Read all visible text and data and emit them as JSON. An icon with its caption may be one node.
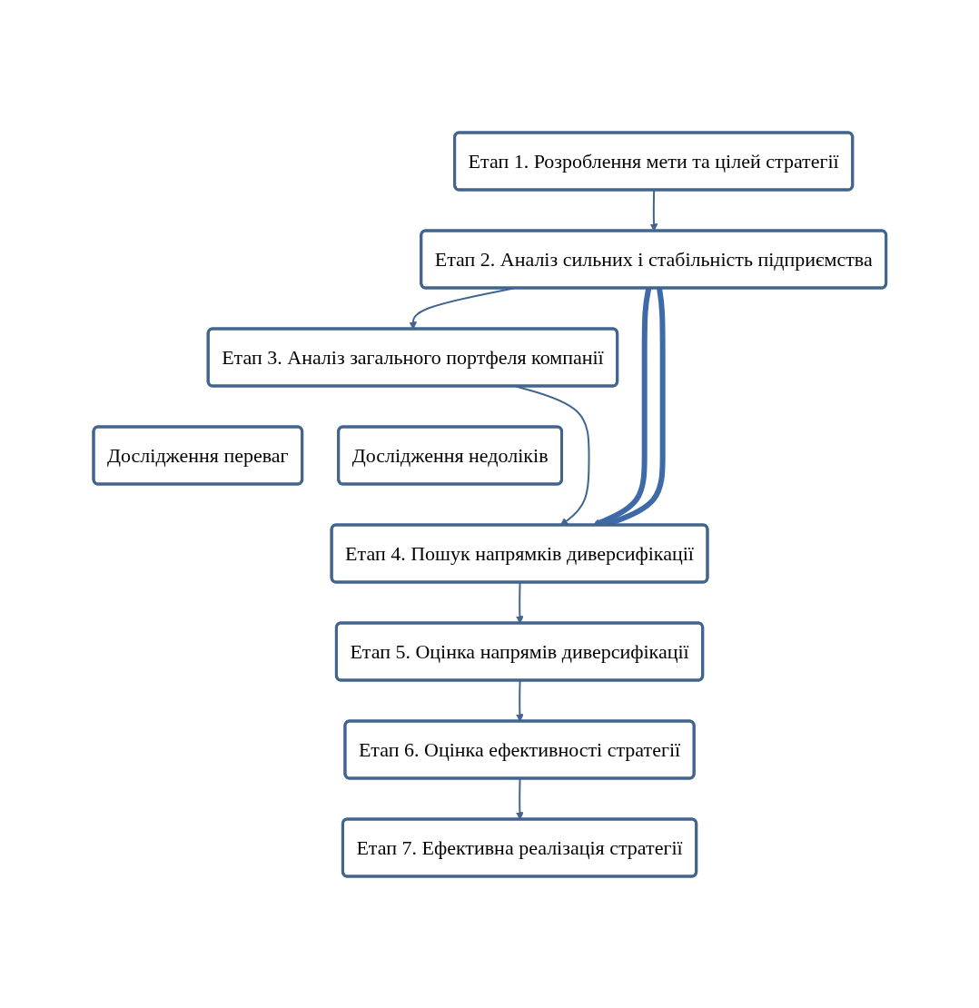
{
  "diagram": {
    "nodes": [
      {
        "text": [
          "Етап 1. Розроблення мети та цілей стратегії"
        ]
      },
      {
        "text": [
          "Етап 2. Аналіз сильних і стабільність підприємства"
        ]
      },
      {
        "text": [
          "Етап 3. Аналіз загального портфеля компанії"
        ]
      },
      {
        "text": [
          "Дослідження переваг"
        ]
      },
      {
        "text": [
          "Дослідження недоліків"
        ]
      },
      {
        "text": [
          "Етап 4. Пошук напрямків диверсифікації"
        ]
      },
      {
        "text": [
          "Етап 5. Оцінка напрямів диверсифікації"
        ]
      },
      {
        "text": [
          "Етап 6. Оцінка ефективності стратегії"
        ]
      },
      {
        "text": [
          "Етап 7. Ефективна реалізація стратегії"
        ]
      }
    ],
    "edges": [
      {
        "from": 0,
        "to": 1,
        "arrow": "to"
      },
      {
        "from": 1,
        "to": 2,
        "arrow": "to"
      },
      {
        "from": 2,
        "to": 5,
        "arrow": "to"
      },
      {
        "from": 1,
        "to": 5,
        "arrow": "to",
        "style": "thick"
      },
      {
        "from": 1,
        "to": 5,
        "arrow": "to",
        "style": "thick"
      },
      {
        "from": 5,
        "to": 6,
        "arrow": "to"
      },
      {
        "from": 6,
        "to": 7,
        "arrow": "to"
      },
      {
        "from": 7,
        "to": 8,
        "arrow": "to"
      }
    ]
  }
}
